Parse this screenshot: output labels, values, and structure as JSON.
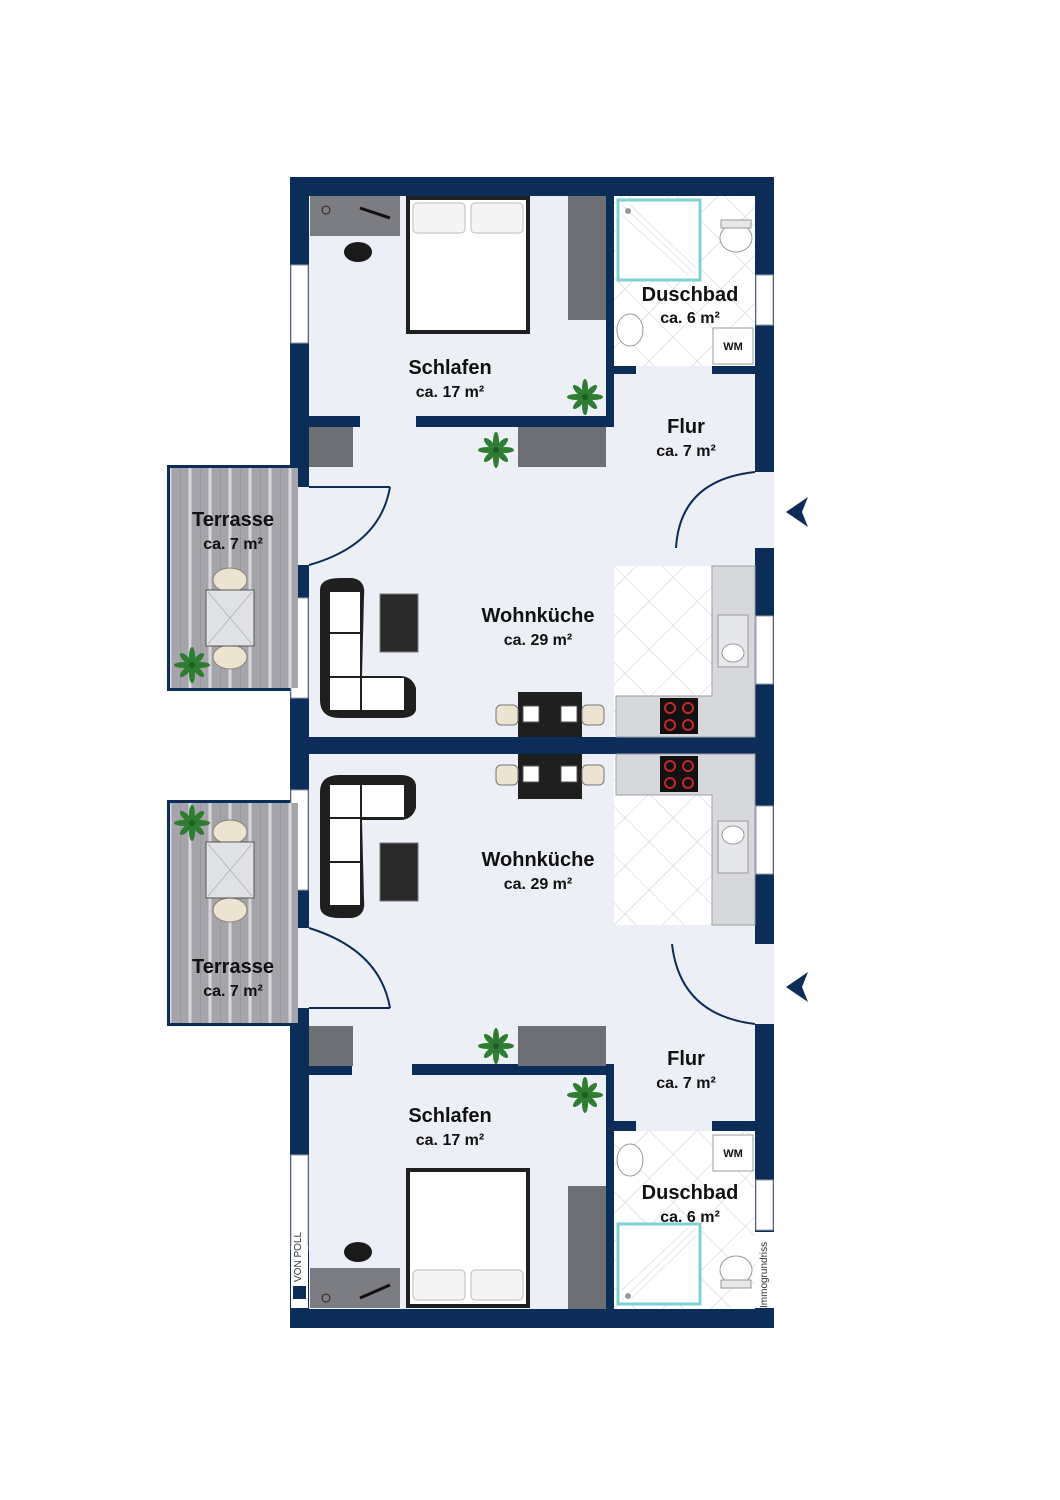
{
  "colors": {
    "wall": "#0b2d57",
    "floor": "#eceff5",
    "deck": "#a7a6ab",
    "tile_stroke": "#c9ccd3",
    "counter": "#d7d8dc",
    "furniture_dark": "#5f6167"
  },
  "rooms": {
    "schlafen_top": {
      "name": "Schlafen",
      "area": "ca. 17 m²"
    },
    "duschbad_top": {
      "name": "Duschbad",
      "area": "ca. 6 m²"
    },
    "flur_top": {
      "name": "Flur",
      "area": "ca. 7 m²"
    },
    "terrasse_top": {
      "name": "Terrasse",
      "area": "ca. 7 m²"
    },
    "wohnkueche_top": {
      "name": "Wohnküche",
      "area": "ca. 29 m²"
    },
    "wohnkueche_bottom": {
      "name": "Wohnküche",
      "area": "ca. 29 m²"
    },
    "terrasse_bottom": {
      "name": "Terrasse",
      "area": "ca. 7 m²"
    },
    "flur_bottom": {
      "name": "Flur",
      "area": "ca. 7 m²"
    },
    "schlafen_bottom": {
      "name": "Schlafen",
      "area": "ca. 17 m²"
    },
    "duschbad_bottom": {
      "name": "Duschbad",
      "area": "ca. 6 m²"
    }
  },
  "fixtures": {
    "washer_label": "WM"
  },
  "branding": {
    "brand_vertical": "Immogrundriss",
    "logo_text": "VON POLL"
  },
  "icons": {
    "entrance": "entrance-arrow-icon",
    "plant": "plant-icon",
    "sofa": "sofa-icon",
    "bed": "bed-icon",
    "shower": "shower-icon",
    "toilet": "toilet-icon",
    "sink": "sink-icon",
    "stove": "stove-icon"
  }
}
